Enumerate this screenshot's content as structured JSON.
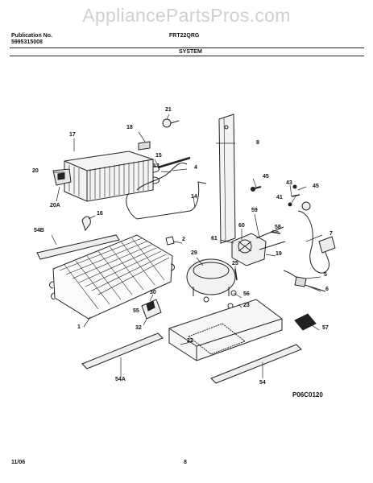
{
  "watermark": "AppliancePartsPros.com",
  "header": {
    "publication_label": "Publication No.",
    "publication_number": "5995315008",
    "model": "FRT22QRG",
    "section": "SYSTEM"
  },
  "callouts": {
    "c1": "1",
    "c2": "2",
    "c4": "4",
    "c5": "5",
    "c6": "6",
    "c7": "7",
    "c8": "8",
    "c13": "13",
    "c14": "14",
    "c15": "15",
    "c16": "16",
    "c17": "17",
    "c18": "18",
    "c19": "19",
    "c20": "20",
    "c20a": "20A",
    "c21": "21",
    "c22": "22",
    "c23": "23",
    "c25": "25",
    "c29": "29",
    "c30": "30",
    "c32": "32",
    "c41": "41",
    "c43": "43",
    "c45a": "45",
    "c45b": "45",
    "c54": "54",
    "c54a": "54A",
    "c54b": "54B",
    "c55": "55",
    "c56": "56",
    "c57": "57",
    "c58": "58",
    "c59": "59",
    "c60": "60",
    "c61": "61"
  },
  "figure_code": "P06C0120",
  "footer": {
    "date": "11/06",
    "page": "8"
  }
}
